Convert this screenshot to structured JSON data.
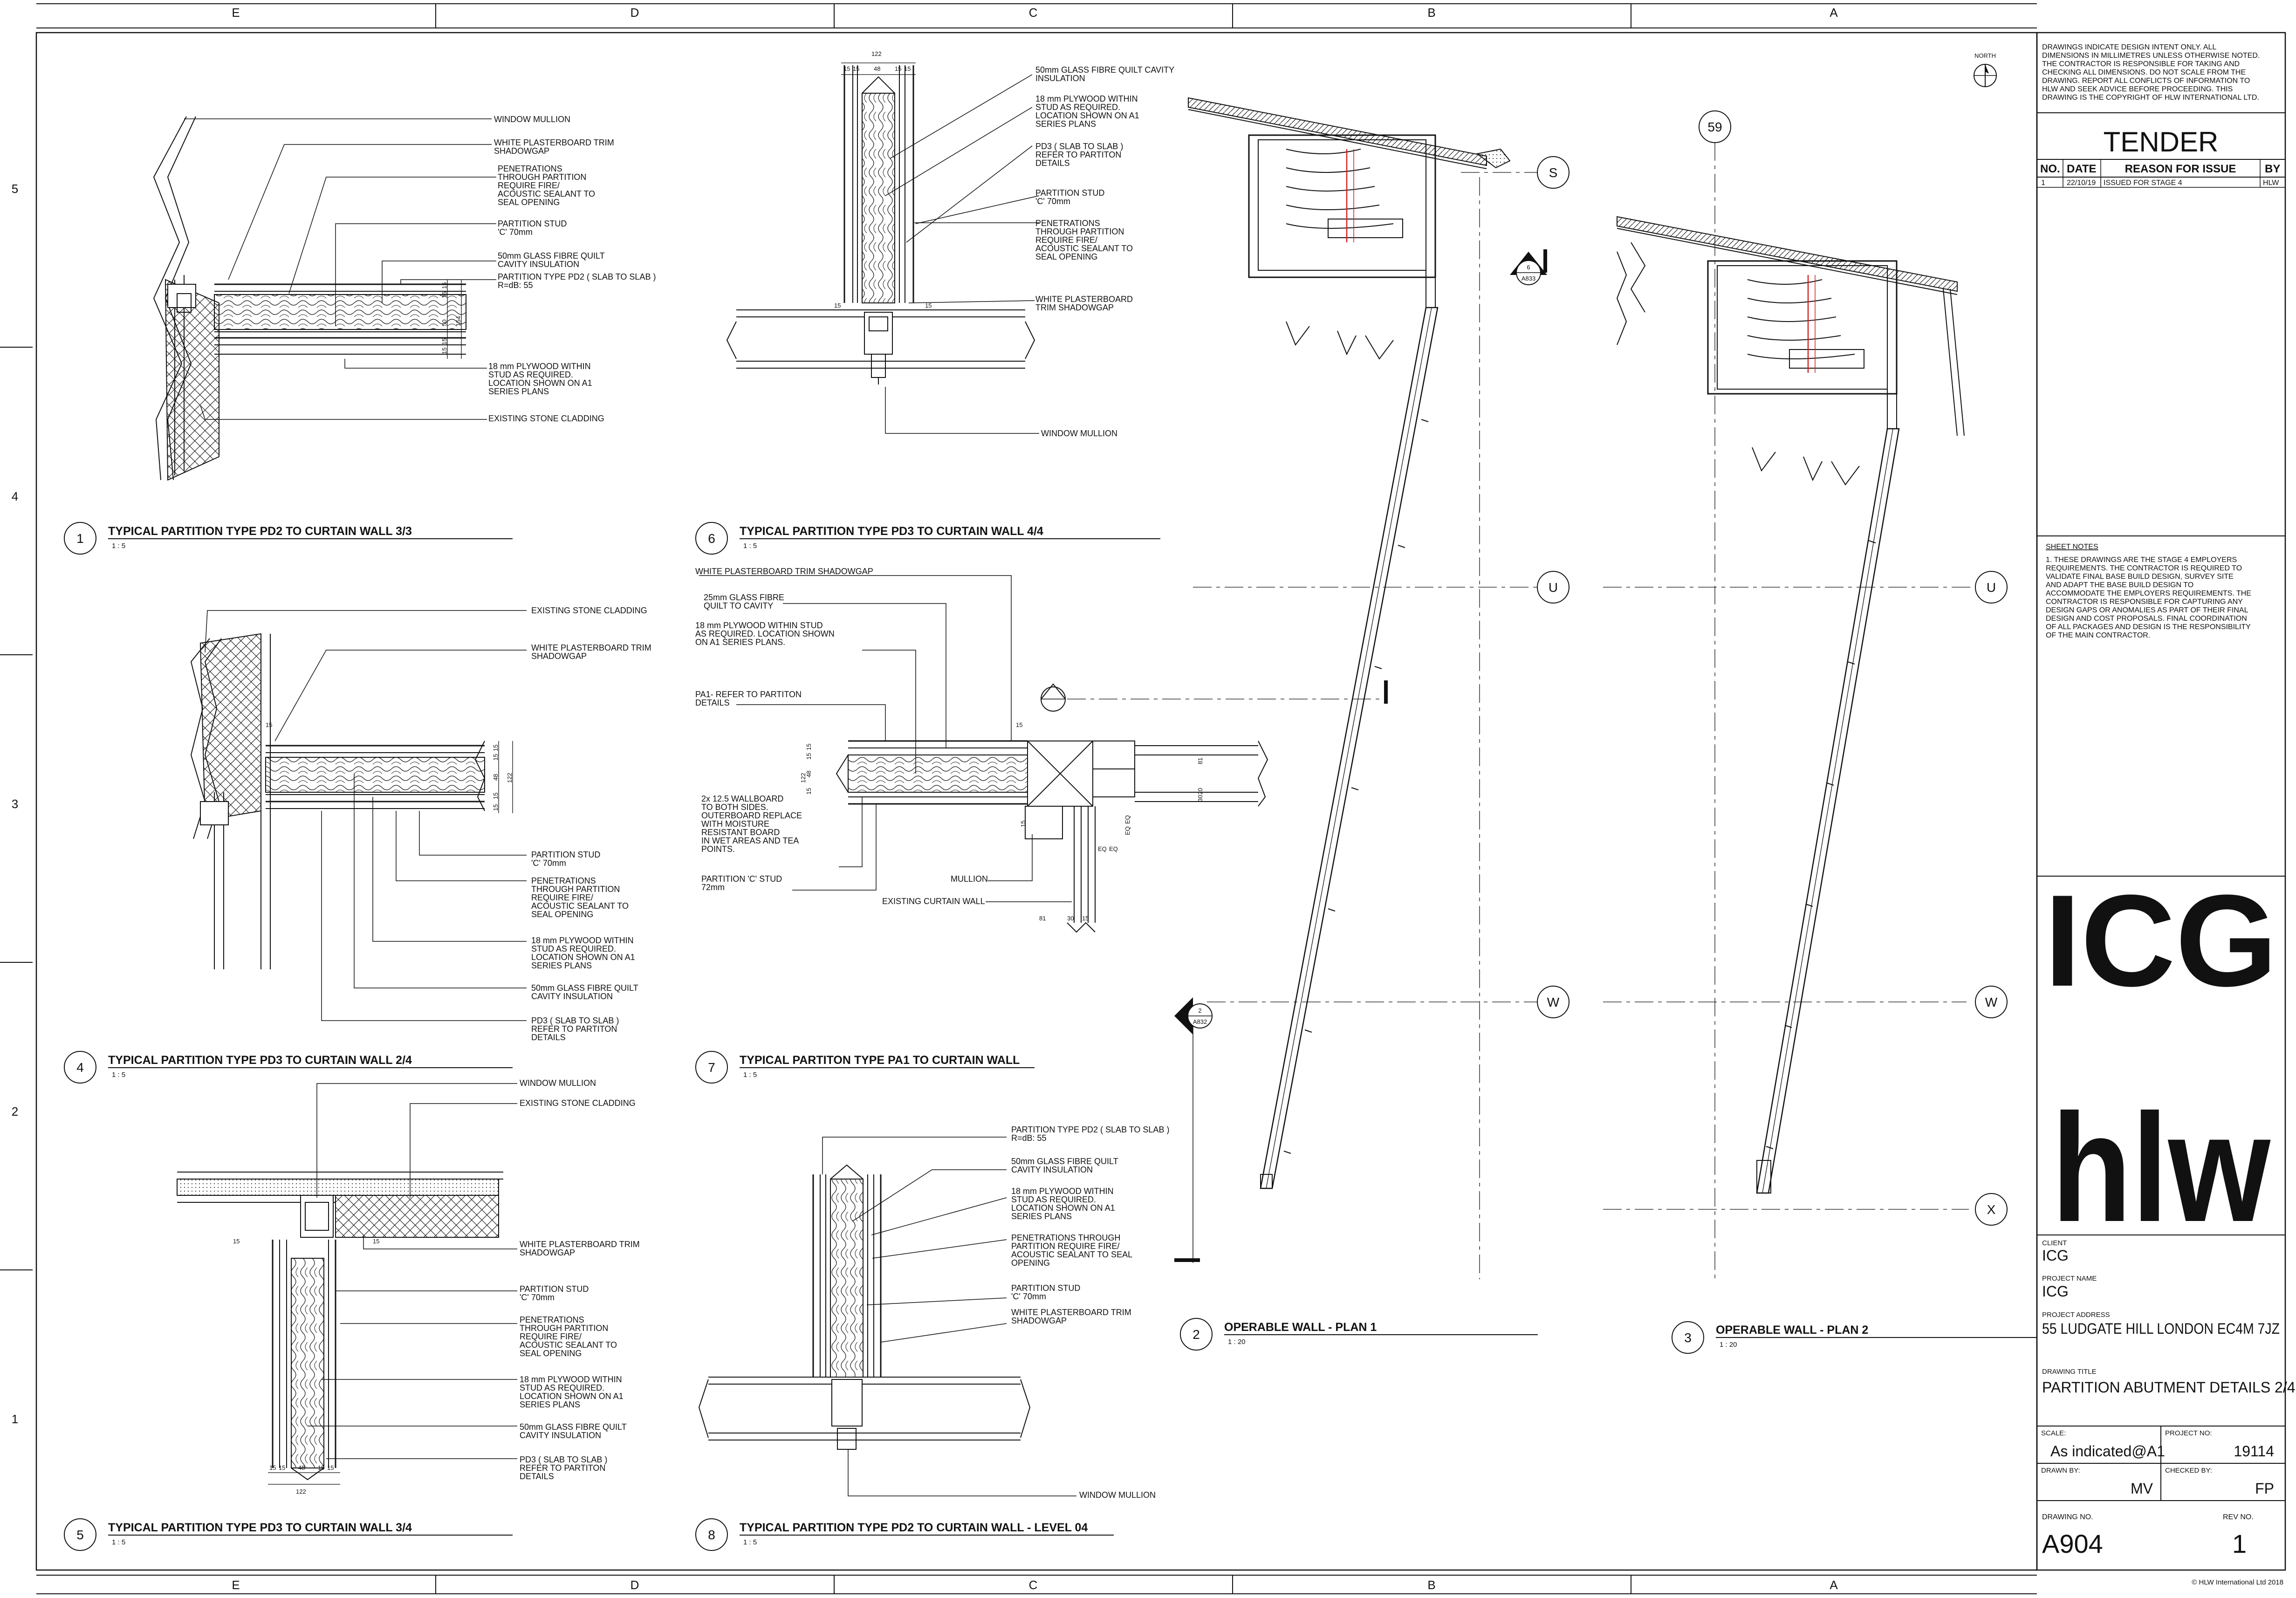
{
  "border": {
    "columns": [
      "E",
      "D",
      "C",
      "B",
      "A"
    ],
    "rows": [
      "5",
      "4",
      "3",
      "2",
      "1"
    ]
  },
  "details": [
    {
      "num": "1",
      "title": "TYPICAL PARTITION TYPE PD2 TO CURTAIN WALL 3/3",
      "scale": "1 : 5",
      "notes": [
        "WINDOW MULLION",
        "WHITE PLASTERBOARD TRIM|SHADOWGAP",
        "PENETRATIONS|THROUGH PARTITION|REQUIRE FIRE/|ACOUSTIC SEALANT TO|SEAL OPENING",
        "PARTITION STUD|'C' 70mm",
        "50mm  GLASS FIBRE QUILT|CAVITY INSULATION",
        "PARTITION TYPE PD2 ( SLAB TO SLAB )|R=dB: 55",
        "18 mm PLYWOOD WITHIN|STUD AS REQUIRED.|LOCATION SHOWN ON A1|SERIES PLANS",
        "EXISTING STONE CLADDING"
      ]
    },
    {
      "num": "6",
      "title": "TYPICAL PARTITION TYPE PD3 TO CURTAIN WALL 4/4",
      "scale": "1 : 5",
      "notes": [
        "50mm  GLASS FIBRE QUILT CAVITY|INSULATION",
        "18 mm PLYWOOD WITHIN|STUD AS REQUIRED.|LOCATION SHOWN ON A1|SERIES PLANS",
        "PD3  ( SLAB TO SLAB )|REFER TO PARTITON|DETAILS",
        "PARTITION STUD|'C' 70mm",
        "PENETRATIONS|THROUGH PARTITION|REQUIRE FIRE/|ACOUSTIC SEALANT TO|SEAL OPENING",
        "WHITE PLASTERBOARD|TRIM SHADOWGAP",
        "WINDOW MULLION"
      ]
    },
    {
      "num": "4",
      "title": "TYPICAL PARTITION TYPE PD3 TO CURTAIN WALL 2/4",
      "scale": "1 : 5",
      "notes": [
        "EXISTING STONE CLADDING",
        "WHITE PLASTERBOARD TRIM|SHADOWGAP",
        "PARTITION STUD|'C' 70mm",
        "PENETRATIONS|THROUGH PARTITION|REQUIRE FIRE/|ACOUSTIC SEALANT TO|SEAL OPENING",
        "18 mm PLYWOOD WITHIN|STUD AS REQUIRED.|LOCATION SHOWN ON A1|SERIES PLANS",
        "50mm  GLASS FIBRE QUILT|CAVITY INSULATION",
        "PD3  ( SLAB TO SLAB )|REFER TO PARTITON|DETAILS"
      ]
    },
    {
      "num": "7",
      "title": "TYPICAL PARTITON TYPE PA1 TO CURTAIN WALL",
      "scale": "1 : 5",
      "notes": [
        "WHITE PLASTERBOARD TRIM SHADOWGAP",
        "25mm GLASS FIBRE|QUILT TO CAVITY",
        "18 mm PLYWOOD WITHIN STUD|AS REQUIRED. LOCATION SHOWN|ON A1 SERIES PLANS.",
        "PA1- REFER TO PARTITON|DETAILS",
        "2x 12.5 WALLBOARD|TO BOTH SIDES.|OUTERBOARD REPLACE|WITH MOISTURE|RESISTANT BOARD|IN WET AREAS AND TEA|POINTS.",
        "PARTITION 'C' STUD|72mm",
        "MULLION",
        "EXISTING CURTAIN WALL"
      ]
    },
    {
      "num": "5",
      "title": "TYPICAL PARTITION TYPE PD3 TO CURTAIN WALL 3/4",
      "scale": "1 : 5",
      "notes": [
        "WINDOW MULLION",
        "EXISTING STONE CLADDING",
        "WHITE PLASTERBOARD TRIM|SHADOWGAP",
        "PARTITION STUD|'C' 70mm",
        "PENETRATIONS|THROUGH PARTITION|REQUIRE FIRE/|ACOUSTIC SEALANT TO|SEAL OPENING",
        "18 mm PLYWOOD WITHIN|STUD AS REQUIRED.|LOCATION SHOWN ON A1|SERIES PLANS",
        "50mm  GLASS FIBRE QUILT|CAVITY INSULATION",
        "PD3  ( SLAB TO SLAB )|REFER TO PARTITON|DETAILS"
      ]
    },
    {
      "num": "8",
      "title": "TYPICAL PARTITION TYPE PD2 TO CURTAIN WALL - LEVEL 04",
      "scale": "1 : 5",
      "notes": [
        "PARTITION TYPE PD2 ( SLAB TO SLAB )|R=dB: 55",
        "50mm  GLASS FIBRE QUILT|CAVITY INSULATION",
        "18 mm PLYWOOD WITHIN|STUD AS REQUIRED.|LOCATION SHOWN ON A1|SERIES PLANS",
        "PENETRATIONS THROUGH|PARTITION REQUIRE FIRE/|ACOUSTIC SEALANT TO SEAL|OPENING",
        "PARTITION STUD|'C' 70mm",
        "WHITE PLASTERBOARD TRIM|SHADOWGAP",
        "WINDOW MULLION"
      ]
    },
    {
      "num": "2",
      "title": "OPERABLE WALL - PLAN 1",
      "scale": "1 : 20",
      "notes": []
    },
    {
      "num": "3",
      "title": "OPERABLE WALL - PLAN 2",
      "scale": "1 : 20",
      "notes": []
    }
  ],
  "dims": {
    "d1": [
      "15",
      "50",
      "15",
      "154",
      "15",
      "15"
    ],
    "d6": [
      "122",
      "15",
      "15",
      "48",
      "15",
      "15",
      "15",
      "15"
    ],
    "d4": [
      "15",
      "15",
      "48",
      "15",
      "15",
      "122",
      "15"
    ],
    "d7": [
      "122",
      "15",
      "15",
      "48",
      "15",
      "15",
      "81",
      "20",
      "30",
      "15",
      "EQ",
      "EQ",
      "EQ",
      "EQ",
      "81",
      "30",
      "15"
    ],
    "d5": [
      "15",
      "15",
      "48",
      "15",
      "15",
      "122",
      "15",
      "15"
    ]
  },
  "grid_bubbles": {
    "s": "S",
    "u": "U",
    "w": "W",
    "x": "X",
    "g59": "59"
  },
  "section_marks": [
    {
      "num": "6",
      "ref": "A833"
    },
    {
      "num": "2",
      "ref": "A832"
    }
  ],
  "north_label": "NORTH",
  "title_block": {
    "disclaimer": [
      "DRAWINGS INDICATE DESIGN INTENT ONLY. ALL",
      "DIMENSIONS IN MILLIMETRES UNLESS OTHERWISE NOTED.",
      "THE CONTRACTOR IS RESPONSIBLE FOR TAKING AND",
      "CHECKING ALL DIMENSIONS. DO NOT SCALE FROM THE",
      "DRAWING. REPORT ALL CONFLICTS OF INFORMATION TO",
      "HLW AND SEEK ADVICE BEFORE PROCEEDING. THIS",
      "DRAWING IS THE COPYRIGHT OF HLW INTERNATIONAL LTD."
    ],
    "status": "TENDER",
    "rev_headers": [
      "NO.",
      "DATE",
      "REASON FOR ISSUE",
      "BY"
    ],
    "rev_rows": [
      [
        "1",
        "22/10/19",
        "ISSUED FOR STAGE 4",
        "HLW"
      ]
    ],
    "sheet_notes_heading": "SHEET NOTES",
    "sheet_notes": [
      "1. THESE DRAWINGS ARE THE STAGE 4 EMPLOYERS",
      "REQUIREMENTS. THE CONTRACTOR IS REQUIRED TO",
      "VALIDATE FINAL BASE BUILD DESIGN, SURVEY SITE",
      "AND ADAPT THE BASE BUILD DESIGN TO",
      "ACCOMMODATE THE EMPLOYERS REQUIREMENTS. THE",
      "CONTRACTOR IS RESPONSIBLE FOR CAPTURING ANY",
      "DESIGN GAPS OR ANOMALIES AS PART OF THEIR FINAL",
      "DESIGN AND COST PROPOSALS. FINAL COORDINATION",
      "OF ALL PACKAGES AND DESIGN IS THE RESPONSIBILITY",
      "OF THE MAIN CONTRACTOR."
    ],
    "logo_icg": "ICG",
    "logo_hlw": "hlw",
    "client_label": "CLIENT",
    "client": "ICG",
    "project_name_label": "PROJECT NAME",
    "project_name": "ICG",
    "project_address_label": "PROJECT ADDRESS",
    "project_address": "55 LUDGATE HILL LONDON EC4M 7JZ",
    "drawing_title_label": "DRAWING TITLE",
    "drawing_title": "PARTITION ABUTMENT DETAILS 2/4",
    "scale_label": "SCALE:",
    "scale": "As indicated@A1",
    "project_no_label": "PROJECT NO:",
    "project_no": "19114",
    "drawn_by_label": "DRAWN BY:",
    "drawn_by": "MV",
    "checked_by_label": "CHECKED BY:",
    "checked_by": "FP",
    "drawing_no_label": "DRAWING NO.",
    "drawing_no": "A904",
    "rev_no_label": "REV NO.",
    "rev_no": "1",
    "copyright": "© HLW International Ltd 2018"
  },
  "colors": {
    "icg": "#173f46",
    "hlw": "#1c3a96",
    "line": "#111111",
    "red": "#d42020"
  }
}
